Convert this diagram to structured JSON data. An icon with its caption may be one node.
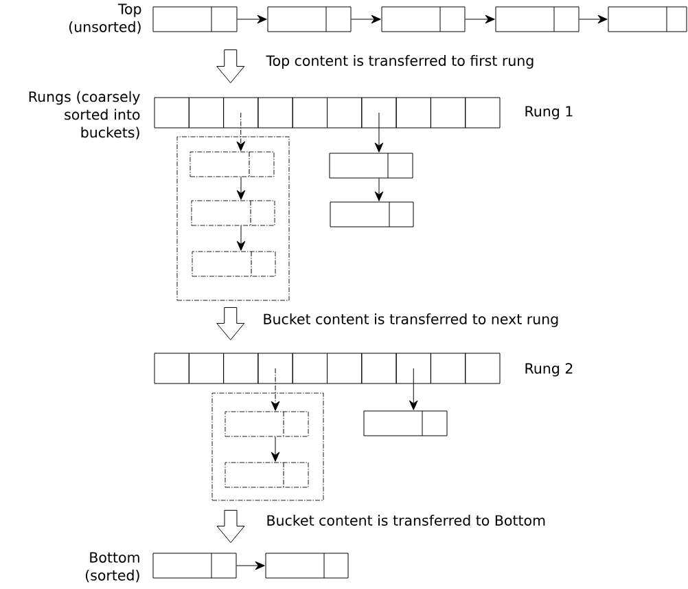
{
  "diagram": {
    "nodes": [
      {
        "text": [],
        "shape": "box"
      },
      {
        "text": [],
        "shape": "box"
      },
      {
        "text": [],
        "shape": "box"
      },
      {
        "text": [],
        "shape": "box"
      },
      {
        "text": [],
        "shape": "box"
      },
      {
        "text": [],
        "shape": "box"
      },
      {
        "text": [],
        "shape": "box"
      },
      {
        "text": [],
        "shape": "box"
      },
      {
        "text": [],
        "shape": "box"
      },
      {
        "text": [],
        "shape": "box"
      },
      {
        "text": [],
        "shape": "box"
      },
      {
        "text": [],
        "shape": "box"
      },
      {
        "text": [],
        "shape": "box"
      },
      {
        "text": [],
        "shape": "box"
      },
      {
        "text": [],
        "shape": "box"
      },
      {
        "text": [],
        "shape": "box"
      },
      {
        "text": [],
        "shape": "box",
        "in": 15
      },
      {
        "text": [],
        "shape": "box",
        "in": 15
      },
      {
        "text": [],
        "shape": "box",
        "in": 15
      },
      {
        "text": [],
        "shape": "box"
      },
      {
        "text": [],
        "shape": "box"
      },
      {
        "text": [],
        "shape": "box"
      },
      {
        "text": [],
        "shape": "box"
      },
      {
        "text": [],
        "shape": "box"
      },
      {
        "text": [],
        "shape": "box"
      },
      {
        "text": [],
        "shape": "box"
      },
      {
        "text": [],
        "shape": "box"
      },
      {
        "text": [],
        "shape": "box"
      },
      {
        "text": [],
        "shape": "box"
      },
      {
        "text": [],
        "shape": "box"
      },
      {
        "text": [],
        "shape": "box"
      },
      {
        "text": [],
        "shape": "box"
      },
      {
        "text": [],
        "shape": "box",
        "in": 31
      },
      {
        "text": [],
        "shape": "box",
        "in": 31
      },
      {
        "text": [],
        "shape": "box"
      },
      {
        "text": [],
        "shape": "box"
      },
      {
        "text": [],
        "shape": "box"
      }
    ],
    "edges": [
      {
        "from": 0,
        "to": 7,
        "arrow": "to",
        "style": "thick",
        "label": "Top content is transferred to first rung"
      },
      {
        "from": 15,
        "to": 23,
        "arrow": "to",
        "style": "thick",
        "label": "Bucket content is transferred to next rung"
      },
      {
        "from": 31,
        "to": 35,
        "arrow": "to",
        "style": "thick",
        "label": "Bucket content is transferred to Bottom"
      },
      {
        "from": 0,
        "to": 1,
        "arrow": "to"
      },
      {
        "from": 1,
        "to": 2,
        "arrow": "to"
      },
      {
        "from": 2,
        "to": 3,
        "arrow": "to"
      },
      {
        "from": 3,
        "to": 4,
        "arrow": "to"
      },
      {
        "from": 7,
        "to": 16,
        "arrow": "to",
        "style": "dashed"
      },
      {
        "from": 16,
        "to": 17,
        "arrow": "to"
      },
      {
        "from": 17,
        "to": 18,
        "arrow": "to"
      },
      {
        "from": 11,
        "to": 19,
        "arrow": "to"
      },
      {
        "from": 19,
        "to": 20,
        "arrow": "to"
      },
      {
        "from": 24,
        "to": 32,
        "arrow": "to",
        "style": "dashed"
      },
      {
        "from": 32,
        "to": 33,
        "arrow": "to"
      },
      {
        "from": 28,
        "to": 34,
        "arrow": "to"
      },
      {
        "from": 35,
        "to": 36,
        "arrow": "to"
      }
    ],
    "labels": [
      "Top (unsorted)",
      "Rungs (coarsely sorted into buckets)",
      "Rung 1",
      "Rung 2",
      "Bottom (sorted)"
    ]
  }
}
